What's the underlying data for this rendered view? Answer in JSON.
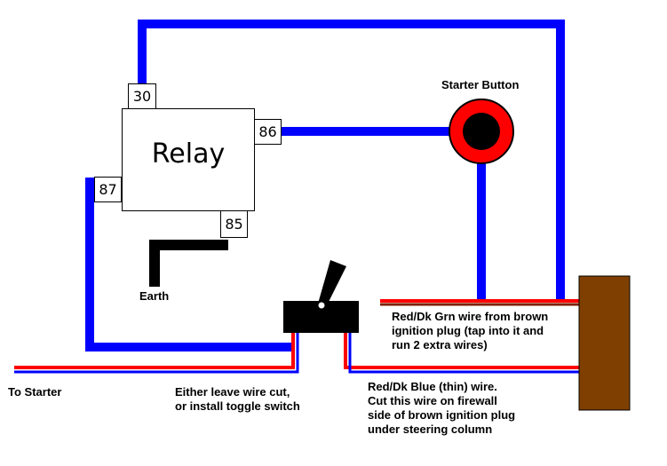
{
  "relay": {
    "label": "Relay",
    "pins": {
      "p30": "30",
      "p86": "86",
      "p87": "87",
      "p85": "85"
    }
  },
  "labels": {
    "starter_button": "Starter Button",
    "earth": "Earth",
    "to_starter": "To Starter",
    "toggle_line1": "Either leave wire cut,",
    "toggle_line2": "or install toggle switch",
    "red_grn_line1": "Red/Dk Grn wire from brown",
    "red_grn_line2": "ignition plug (tap into it and",
    "red_grn_line3": "run 2 extra wires)",
    "red_blue_line1": "Red/Dk Blue (thin) wire.",
    "red_blue_line2": "Cut this wire on firewall",
    "red_blue_line3": "side of brown ignition plug",
    "red_blue_line4": "under steering column"
  },
  "colors": {
    "wire_blue": "#0000ff",
    "wire_red": "#ff0000",
    "button_red": "#ff0000",
    "button_center": "#000000",
    "ignition_plug": "#7f3f00",
    "earth": "#000000"
  }
}
